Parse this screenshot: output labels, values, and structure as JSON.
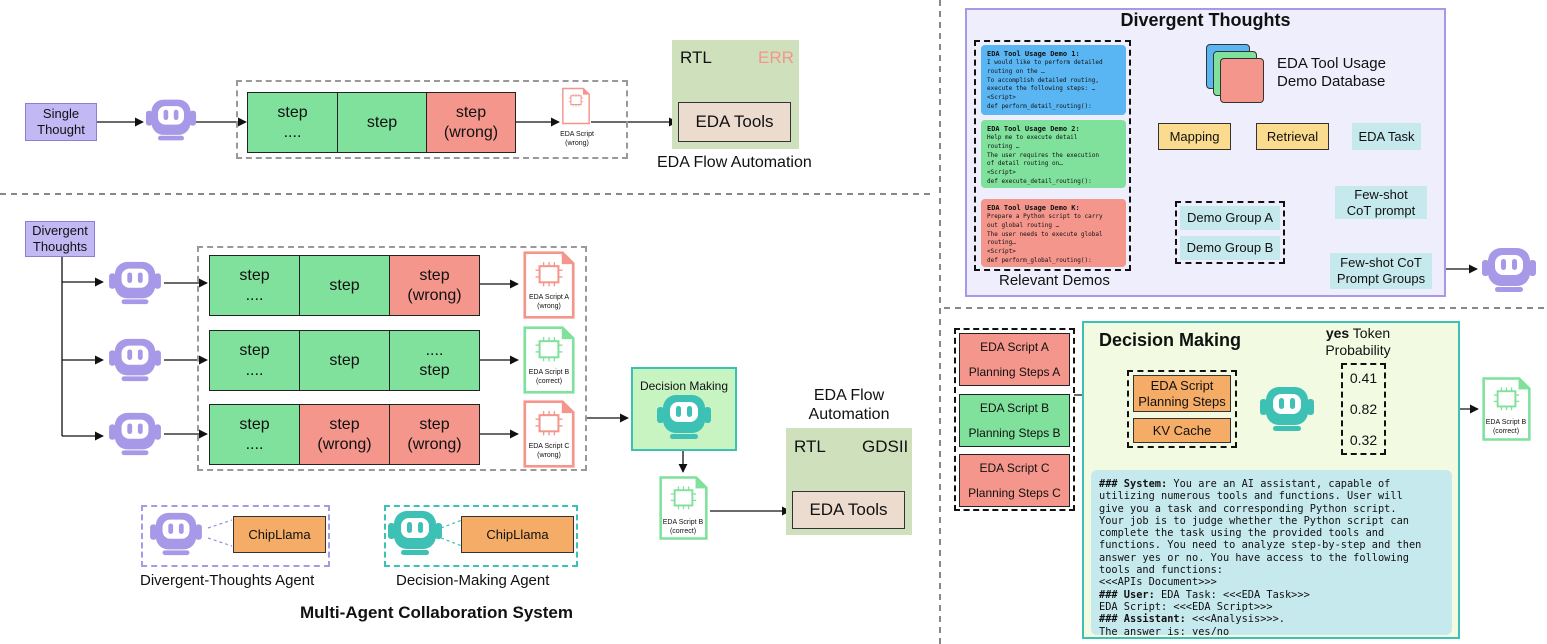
{
  "colors": {
    "green": "#7fe19b",
    "red": "#f4968c",
    "lavender": "#c2b8f4",
    "robot_purple": "#a898e8",
    "robot_teal": "#3cc1b4",
    "yellow": "#fbdc8e",
    "cyan": "#c6e9ee",
    "orange": "#f4ac66",
    "tool_green": "#cfe0bd",
    "beige": "#ecdcd0"
  },
  "top": {
    "single_thought": "Single\nThought",
    "steps": [
      "step\n....",
      "step",
      "step\n(wrong)"
    ],
    "script_label": "EDA Script\n(wrong)",
    "rtl": "RTL",
    "err": "ERR",
    "eda_tools": "EDA Tools",
    "flow_title": "EDA Flow Automation"
  },
  "multi": {
    "divergent": "Divergent\nThoughts",
    "rows": [
      {
        "steps": [
          "step\n....",
          "step",
          "step\n(wrong)"
        ],
        "script": "EDA Script A\n(wrong)"
      },
      {
        "steps": [
          "step\n....",
          "step",
          "....\nstep"
        ],
        "script": "EDA Script B\n(correct)"
      },
      {
        "steps": [
          "step\n....",
          "step\n(wrong)",
          "step\n(wrong)"
        ],
        "script": "EDA Script C\n(wrong)"
      }
    ],
    "decision": "Decision Making",
    "selected_script": "EDA Script B\n(correct)",
    "flow_title": "EDA Flow\nAutomation",
    "rtl": "RTL",
    "gdsii": "GDSII",
    "eda_tools": "EDA Tools",
    "chipllama": "ChipLlama",
    "agent_dt": "Divergent-Thoughts Agent",
    "agent_dm": "Decision-Making Agent",
    "system_title": "Multi-Agent Collaboration System"
  },
  "divergent_panel": {
    "title": "Divergent Thoughts",
    "demos": [
      {
        "title": "EDA Tool Usage Demo 1:",
        "body": "I would like to perform detailed\nrouting on the …\nTo accomplish detailed routing,\nexecute the following steps: …\n<Script>\ndef perform_detail_routing():"
      },
      {
        "title": "EDA Tool Usage Demo 2:",
        "body": "Help me to execute detail\nrouting …\nThe user requires the execution\nof detail routing on…\n<Script>\ndef execute_detail_routing():"
      },
      {
        "title": "EDA Tool Usage Demo K:",
        "body": "Prepare a Python script to carry\nout global routing …\nThe user needs to execute global\nrouting…\n<Script>\ndef perform_global_routing():"
      }
    ],
    "relevant_demos": "Relevant Demos",
    "database": "EDA Tool Usage\nDemo Database",
    "mapping": "Mapping",
    "retrieval": "Retrieval",
    "eda_task": "EDA Task",
    "group_a": "Demo  Group A",
    "group_b": "Demo  Group B",
    "few_shot": "Few-shot\nCoT prompt",
    "prompt_groups": "Few-shot CoT\nPrompt Groups"
  },
  "decision_panel": {
    "title": "Decision Making",
    "scripts": [
      "EDA Script A\n\nPlanning Steps A",
      "EDA Script B\n\nPlanning Steps B",
      "EDA Script C\n\nPlanning Steps C"
    ],
    "planning": "EDA Script\nPlanning Steps",
    "kv": "KV Cache",
    "yes_bold": "yes",
    "yes_rest": " Token",
    "probability": "Probability",
    "probs": [
      "0.41",
      "0.82",
      "0.32"
    ],
    "correct_script": "EDA Script B\n(correct)",
    "prompt_lines": [
      {
        "b": "### System:",
        "t": " You are an AI assistant, capable of"
      },
      {
        "b": "",
        "t": "utilizing numerous tools and functions. User will"
      },
      {
        "b": "",
        "t": "give you a task and corresponding Python script."
      },
      {
        "b": "",
        "t": "Your job is to judge whether the Python script can"
      },
      {
        "b": "",
        "t": "complete the task using the provided tools and"
      },
      {
        "b": "",
        "t": "functions. You need to analyze step-by-step and then"
      },
      {
        "b": "",
        "t": "answer yes or no. You have access to the following"
      },
      {
        "b": "",
        "t": "tools and functions:"
      },
      {
        "b": "",
        "t": "<<<APIs Document>>>"
      },
      {
        "b": "### User:",
        "t": " EDA Task: <<<EDA Task>>>"
      },
      {
        "b": "",
        "t": "EDA Script: <<<EDA Script>>>"
      },
      {
        "b": "### Assistant:",
        "t": " <<<Analysis>>>."
      },
      {
        "b": "",
        "t": "The answer is: yes/no"
      }
    ]
  }
}
